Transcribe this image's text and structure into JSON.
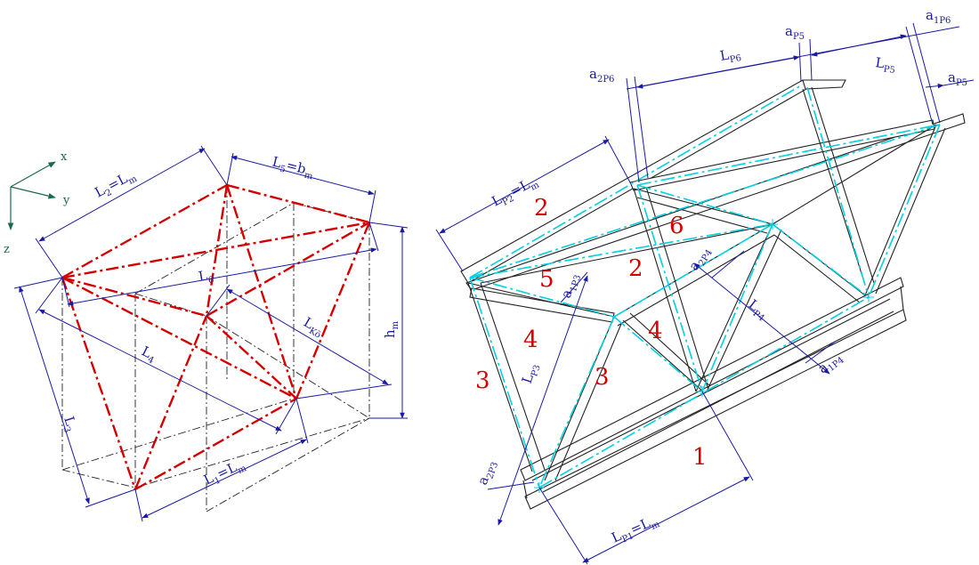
{
  "colors": {
    "dimension": "#1a1aa0",
    "red_frame": "#d40000",
    "centerline": "#00d0e0",
    "structure": "#222222",
    "axes": "#1a6a50"
  },
  "axes": {
    "x": "x",
    "y": "y",
    "z": "z"
  },
  "left_labels": {
    "L2_main": "L",
    "L2_sub": "2",
    "L2_rest": "=L",
    "L2_m": "m",
    "L5_main": "L",
    "L5_sub": "5",
    "L5_rest": "=b",
    "L5_m": "m",
    "L6_main": "L",
    "L6_sub": "6",
    "L4_main": "L",
    "L4_sub": "4",
    "LKo_main": "L",
    "LKo_sub": "Kö",
    "hm_main": "h",
    "hm_sub": "m",
    "L3_main": "L",
    "L3_sub": "3",
    "L1_main": "L",
    "L1_sub": "1",
    "L1_rest": "=L",
    "L1_m": "m"
  },
  "right_labels": {
    "LP2_main": "L",
    "LP2_sub": "P2",
    "LP2_rest": "=L",
    "LP2_m": "m",
    "LP6_main": "L",
    "LP6_sub": "P6",
    "LP5_main": "L",
    "LP5_sub": "P5",
    "aP5_main": "a",
    "aP5_sub": "P5",
    "a1P6_main": "a",
    "a1P6_sub": "1P6",
    "a2P6_main": "a",
    "a2P6_sub": "2P6",
    "aP5b_main": "a",
    "aP5b_sub": "P5",
    "a1P3_main": "a",
    "a1P3_sub": "1P3",
    "LP3_main": "L",
    "LP3_sub": "P3",
    "a2P4_main": "a",
    "a2P4_sub": "2P4",
    "LP4_main": "L",
    "LP4_sub": "P4",
    "a1P4_main": "a",
    "a1P4_sub": "1P4",
    "a2P3_main": "a",
    "a2P3_sub": "2P3",
    "LP1_main": "L",
    "LP1_sub": "P1",
    "LP1_rest": "=L",
    "LP1_m": "m"
  },
  "member_numbers": {
    "n2_top": "2",
    "n6": "6",
    "n5": "5",
    "n2_mid": "2",
    "n4_left": "4",
    "n4_right": "4",
    "n3_left": "3",
    "n3_right": "3",
    "n1": "1"
  }
}
